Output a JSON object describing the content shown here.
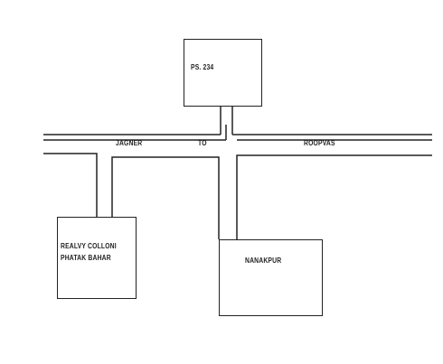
{
  "diagram": {
    "boxes": {
      "police_station": {
        "label": "PS. 234"
      },
      "realvy_colloni": {
        "line1": "REALVY COLLONI",
        "line2": "PHATAK BAHAR"
      },
      "nanakpur": {
        "label": "NANAKPUR"
      }
    },
    "road_labels": {
      "jagner": "JAGNER",
      "to": "TO",
      "roopvas": "ROOPVAS"
    }
  }
}
